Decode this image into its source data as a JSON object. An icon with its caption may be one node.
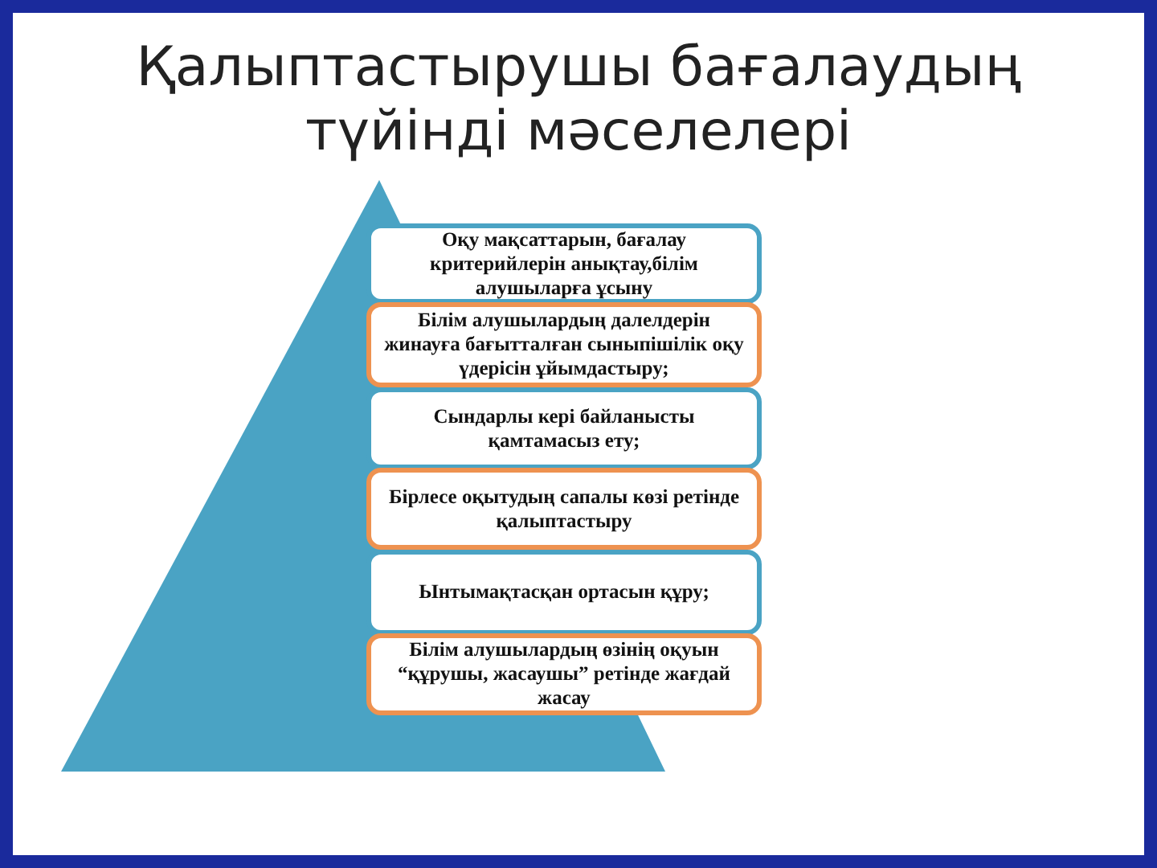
{
  "diagram": {
    "title": "Қалыптастырушы бағалаудың түйінді мәселелері",
    "nodes": [
      {
        "text": [
          "Оқу мақсаттарын, бағалау критерийлерін анықтау,білім алушыларға ұсыну"
        ]
      },
      {
        "text": [
          "Білім алушылардың далелдерін жинауға бағытталған сыныпішілік оқу үдерісін ұйымдастыру;"
        ]
      },
      {
        "text": [
          "Сындарлы кері байланысты қамтамасыз ету;"
        ]
      },
      {
        "text": [
          "Бірлесе оқытудың сапалы көзі ретінде қалыптастыру"
        ]
      },
      {
        "text": [
          "Ынтымақтасқан ортасын құру;"
        ]
      },
      {
        "text": [
          "Білім алушылардың өзінің оқуын “құрушы, жасаушы” ретінде жағдай жасау"
        ]
      }
    ]
  }
}
